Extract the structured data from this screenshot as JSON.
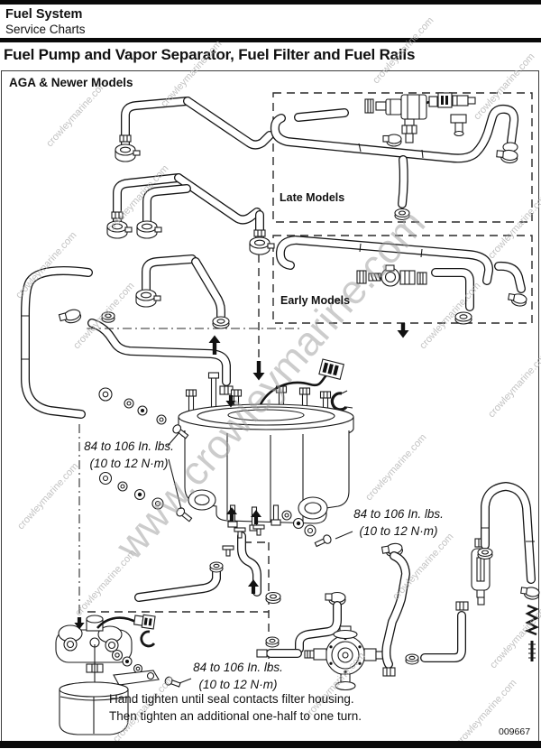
{
  "header": {
    "chapter": "Fuel System",
    "section": "Service Charts"
  },
  "title": "Fuel Pump and Vapor Separator, Fuel Filter and Fuel Rails",
  "model_note": "AGA & Newer Models",
  "boxes": {
    "late": "Late Models",
    "early": "Early Models"
  },
  "torque_callouts": [
    {
      "line1": "84 to 106 In. lbs.",
      "line2": "(10 to 12 N·m)"
    },
    {
      "line1": "84 to 106 In. lbs.",
      "line2": "(10 to 12 N·m)"
    },
    {
      "line1": "84 to 106 In. lbs.",
      "line2": "(10 to 12 N·m)"
    }
  ],
  "note": {
    "line1": "Hand tighten until seal contacts filter housing.",
    "line2": "Then tighten an additional one-half to one turn."
  },
  "figure_number": "009667",
  "watermark": {
    "large": "www.crowleymarine.com",
    "small": "crowleymarine.com"
  },
  "colors": {
    "ink": "#161616",
    "watermark": "#a8a8a8",
    "rule": "#0a0a0a"
  }
}
